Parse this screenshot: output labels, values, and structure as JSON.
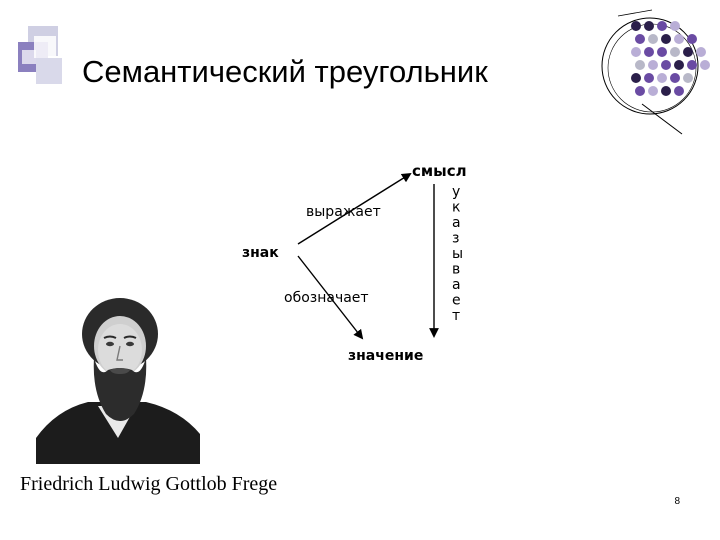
{
  "slide": {
    "title": "Семантический треугольник",
    "caption": "Friedrich Ludwig Gottlob Frege",
    "page_number": "8"
  },
  "diagram": {
    "nodes": {
      "sense": "смысл",
      "sign": "знак",
      "meaning": "значение"
    },
    "edges": {
      "expresses": "выражает",
      "denotes": "обозначает",
      "points_to_letters": [
        "у",
        "к",
        "а",
        "з",
        "ы",
        "в",
        "а",
        "е",
        "т"
      ]
    }
  },
  "colors": {
    "accent_purple": "#6a4ba3",
    "light_purple": "#b9aed6",
    "dark_circle": "#2b1f4a",
    "grey_circle": "#b8b8c8"
  },
  "icons": {
    "top_left": "overlapping-squares-decoration",
    "top_right": "circle-pattern-decoration",
    "photo": "frege-portrait"
  }
}
